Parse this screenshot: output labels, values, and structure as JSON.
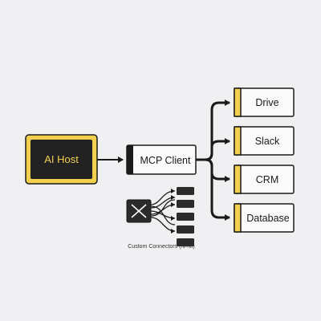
{
  "diagram": {
    "host": {
      "label": "AI Host"
    },
    "client": {
      "label": "MCP Client"
    },
    "services": [
      {
        "label": "Drive"
      },
      {
        "label": "Slack"
      },
      {
        "label": "CRM"
      },
      {
        "label": "Database"
      }
    ],
    "custom_connectors": {
      "caption": "Custom Connectors (N×M)",
      "block_count": 5,
      "hub_icon": "x-mark-icon"
    }
  },
  "colors": {
    "background": "#f0f0f2",
    "host_fill": "#222222",
    "accent_yellow": "#f2cf4e",
    "accent_yellow_light": "#f7df8a",
    "stroke": "#1a1a1a",
    "box_fill": "#fafafa",
    "dark_block": "#2b2b2b"
  }
}
